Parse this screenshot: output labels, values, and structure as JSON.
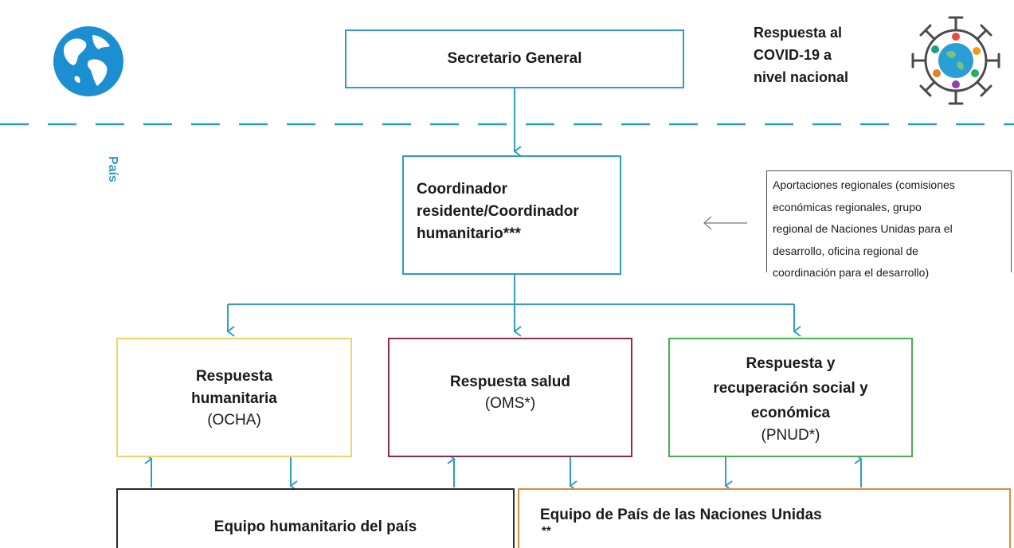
{
  "header": {
    "top_box": "Secretario General",
    "covid_title": [
      "Respuesta al",
      "COVID-19 a",
      "nivel nacional"
    ],
    "country_label": "País"
  },
  "coordinator": {
    "lines": [
      "Coordinador",
      "residente/Coordinador",
      "humanitario***"
    ]
  },
  "regional_inputs": {
    "lines": [
      "Aportaciones regionales (comisiones",
      "económicas regionales, grupo",
      "regional de Naciones Unidas para el",
      "desarrollo, oficina regional de",
      "coordinación para el desarrollo)"
    ]
  },
  "responses": [
    {
      "title_lines": [
        "Respuesta",
        "humanitaria"
      ],
      "agency": "(OCHA)"
    },
    {
      "title_lines": [
        "Respuesta salud"
      ],
      "agency": "(OMS*)"
    },
    {
      "title_lines": [
        "Respuesta y",
        "recuperación social y",
        "económica"
      ],
      "agency": "(PNUD*)"
    }
  ],
  "teams": {
    "humanitarian": "Equipo humanitario del país",
    "un_country": "Equipo de País de las Naciones Unidas",
    "un_country_note": "**"
  },
  "colors": {
    "accent_blue": "#2e9cc4",
    "humanitarian_yellow": "#f2d36b",
    "health_maroon": "#8b2c4f",
    "socioeconomic_green": "#4caf50",
    "un_team_orange": "#e08a3c"
  },
  "icons": [
    "globe-icon",
    "covid-virus-globe-icon"
  ]
}
